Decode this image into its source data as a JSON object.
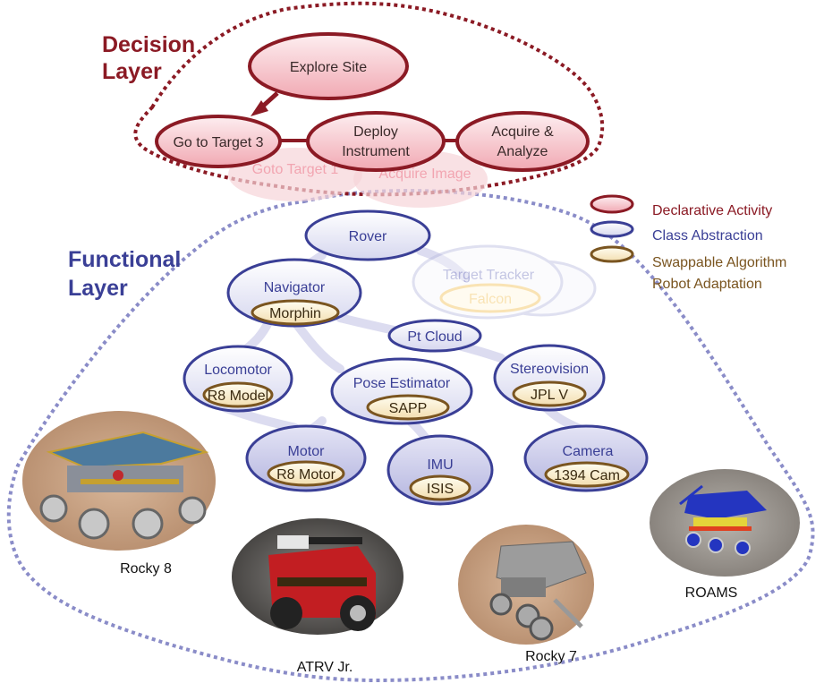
{
  "decision_layer": {
    "title_line1": "Decision",
    "title_line2": "Layer",
    "nodes": {
      "explore_site": "Explore Site",
      "go_to_target_3": "Go to Target 3",
      "deploy_instrument_1": "Deploy",
      "deploy_instrument_2": "Instrument",
      "acquire_analyze_1": "Acquire &",
      "acquire_analyze_2": "Analyze",
      "goto_target_1": "Goto Target 1",
      "acquire_image": "Acquire Image"
    }
  },
  "functional_layer": {
    "title_line1": "Functional",
    "title_line2": "Layer",
    "nodes": {
      "rover": "Rover",
      "target_tracker": "Target Tracker",
      "falcon": "Falcon",
      "navigator": "Navigator",
      "morphin": "Morphin",
      "pt_cloud": "Pt Cloud",
      "locomotor": "Locomotor",
      "r8_model": "R8 Model",
      "pose_estimator": "Pose Estimator",
      "sapp": "SAPP",
      "stereovision": "Stereovision",
      "jpl_v": "JPL V",
      "motor": "Motor",
      "r8_motor": "R8 Motor",
      "imu": "IMU",
      "isis": "ISIS",
      "camera": "Camera",
      "cam_1394": "1394 Cam"
    }
  },
  "legend": {
    "declarative": "Declarative Activity",
    "class_abstraction": "Class Abstraction",
    "swappable_1": "Swappable Algorithm",
    "swappable_2": "Robot Adaptation"
  },
  "robots": {
    "rocky8": "Rocky 8",
    "atrv": "ATRV Jr.",
    "rocky7": "Rocky 7",
    "roams": "ROAMS"
  },
  "colors": {
    "decision": "#8b1a24",
    "functional": "#3a3f96",
    "algorithm": "#7a5520",
    "dotted_functional": "#8a8cc8"
  }
}
